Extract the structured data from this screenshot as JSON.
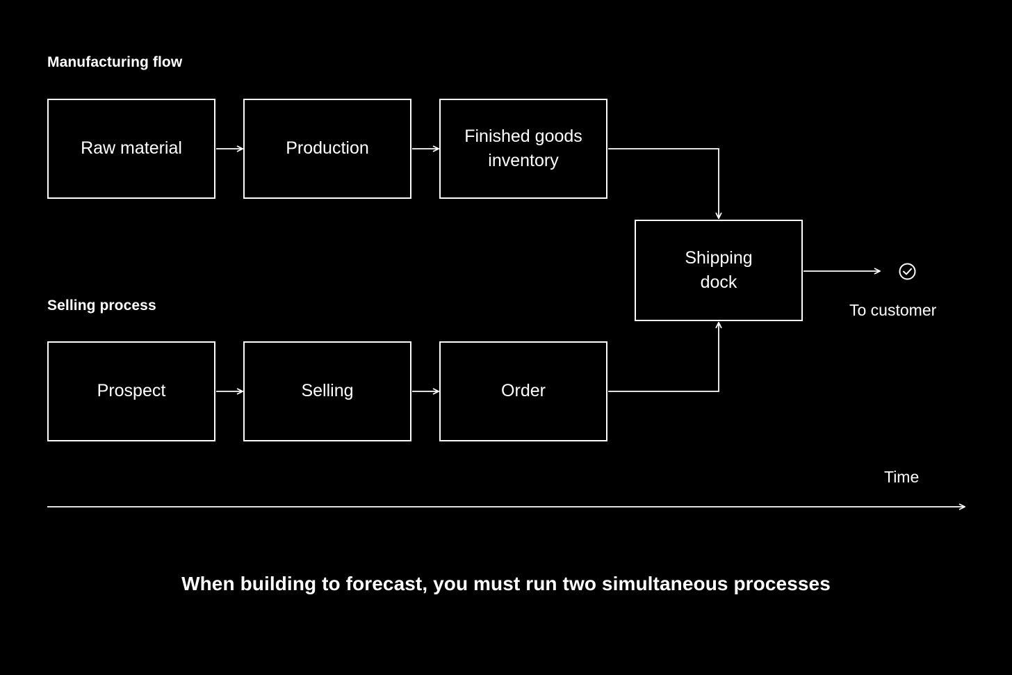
{
  "background_color": "#000000",
  "stroke_color": "#ffffff",
  "sections": {
    "manufacturing_title": "Manufacturing flow",
    "selling_title": "Selling process"
  },
  "nodes": {
    "raw_material": "Raw material",
    "production": "Production",
    "finished_goods_inventory": "Finished goods\ninventory",
    "shipping_dock": "Shipping\ndock",
    "prospect": "Prospect",
    "selling": "Selling",
    "order": "Order"
  },
  "endpoint": {
    "icon": "check-circle-icon",
    "label": "To customer"
  },
  "axis": {
    "label": "Time"
  },
  "footer": {
    "caption": "When building to forecast, you must run two simultaneous processes"
  },
  "connections": [
    {
      "from": "raw_material",
      "to": "production",
      "kind": "arrow-right"
    },
    {
      "from": "production",
      "to": "finished_goods_inventory",
      "kind": "arrow-right"
    },
    {
      "from": "finished_goods_inventory",
      "to": "shipping_dock",
      "kind": "elbow-right-down"
    },
    {
      "from": "order",
      "to": "shipping_dock",
      "kind": "elbow-right-up"
    },
    {
      "from": "prospect",
      "to": "selling",
      "kind": "arrow-right"
    },
    {
      "from": "selling",
      "to": "order",
      "kind": "arrow-right"
    },
    {
      "from": "shipping_dock",
      "to": "endpoint",
      "kind": "arrow-right"
    }
  ]
}
